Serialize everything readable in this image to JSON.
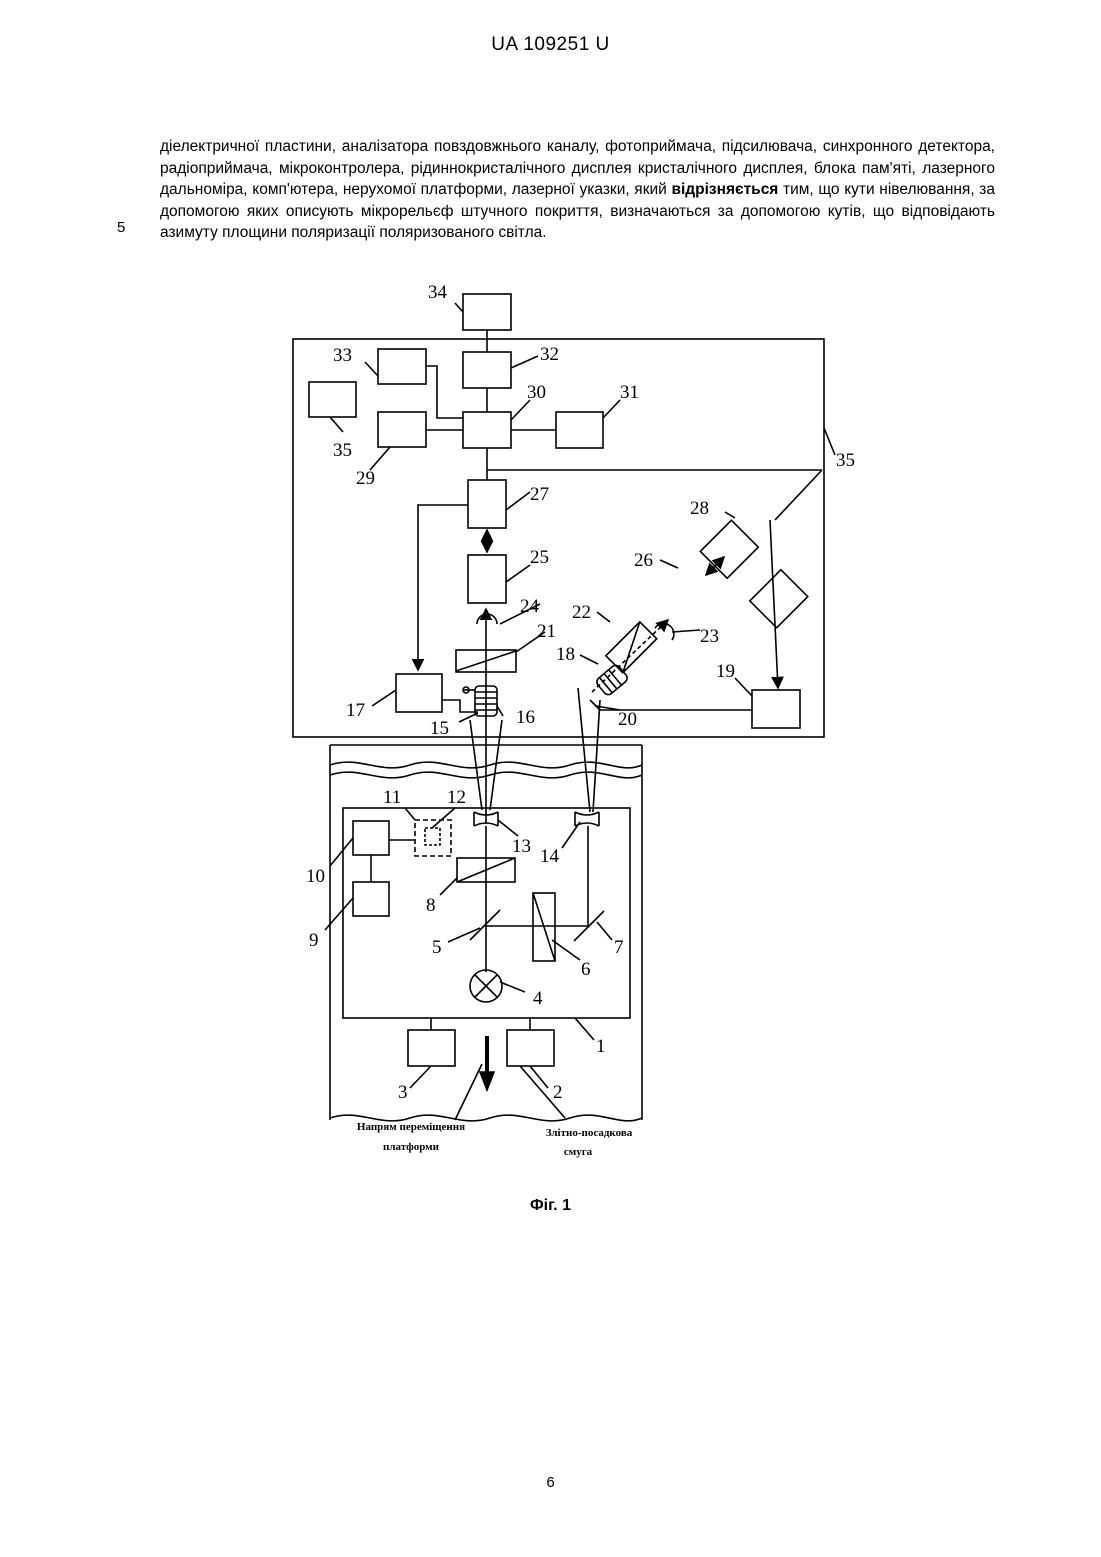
{
  "header": {
    "text": "UA   109251   U"
  },
  "claim": {
    "line_number": "5",
    "text_before": "діелектричної пластини, аналізатора повздовжнього каналу, фотоприймача, підсилювача, синхронного детектора, радіоприймача, мікроконтролера, рідиннокристалічного дисплея кристалічного дисплея, блока пам'яті, лазерного дальноміра, комп'ютера, нерухомої платформи, лазерної указки, який ",
    "bold": "відрізняється",
    "text_after": " тим, що кути нівелювання, за допомогою яких описують мікрорельєф штучного покриття, визначаються за допомогою кутів, що відповідають азимуту площини поляризації поляризованого світла."
  },
  "figure": {
    "labels": {
      "n1": "1",
      "n2": "2",
      "n3": "3",
      "n4": "4",
      "n5": "5",
      "n6": "6",
      "n7": "7",
      "n8": "8",
      "n9": "9",
      "n10": "10",
      "n11": "11",
      "n12": "12",
      "n13": "13",
      "n14": "14",
      "n15": "15",
      "n16": "16",
      "n17": "17",
      "n18": "18",
      "n19": "19",
      "n20": "20",
      "n21": "21",
      "n22": "22",
      "n23": "23",
      "n24": "24",
      "n25": "25",
      "n26": "26",
      "n27": "27",
      "n28": "28",
      "n29": "29",
      "n30": "30",
      "n31": "31",
      "n32": "32",
      "n33": "33",
      "n34": "34",
      "n35a": "35",
      "n35b": "35"
    },
    "caption_direction_line1": "Напрям переміщення",
    "caption_direction_line2": "платформи",
    "caption_strip_line1": "Злітно-посадкова",
    "caption_strip_line2": "смуга",
    "caption": "Фіг. 1"
  },
  "page_number": "6"
}
